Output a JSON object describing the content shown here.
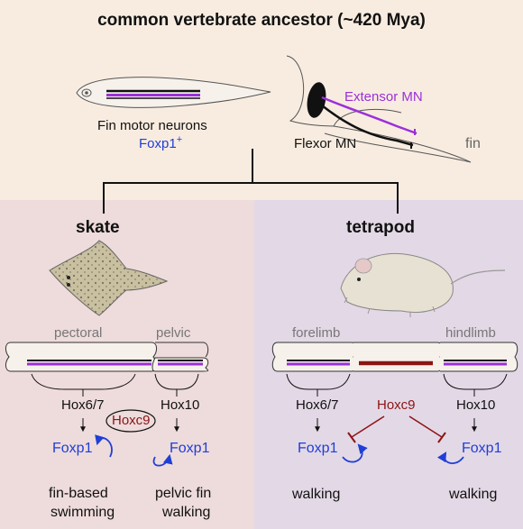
{
  "title": "common vertebrate ancestor (~420 Mya)",
  "ancestor": {
    "neurons_label": "Fin motor neurons",
    "foxp1_label": "Foxp1",
    "foxp1_sup": "+",
    "extensor_label": "Extensor MN",
    "flexor_label": "Flexor MN",
    "fin_label": "fin"
  },
  "skate": {
    "heading": "skate",
    "pectoral_label": "pectoral",
    "pelvic_label": "pelvic",
    "hox_left": "Hox6/7",
    "hox_right": "Hox10",
    "hoxc9": "Hoxc9",
    "foxp1_left": "Foxp1",
    "foxp1_right": "Foxp1",
    "outcome_left_1": "fin-based",
    "outcome_left_2": "swimming",
    "outcome_right_1": "pelvic fin",
    "outcome_right_2": "walking"
  },
  "tetrapod": {
    "heading": "tetrapod",
    "forelimb_label": "forelimb",
    "hindlimb_label": "hindlimb",
    "hox_left": "Hox6/7",
    "hox_right": "Hox10",
    "hoxc9": "Hoxc9",
    "foxp1_left": "Foxp1",
    "foxp1_right": "Foxp1",
    "outcome_left": "walking",
    "outcome_right": "walking"
  },
  "colors": {
    "top_bg": "#f8ece0",
    "skate_bg": "#eedbdb",
    "tetrapod_bg": "#e3d8e6",
    "foxp1_blue": "#1f3fd6",
    "hoxc9_red": "#8b1414",
    "extensor_purple": "#9b30d9"
  }
}
